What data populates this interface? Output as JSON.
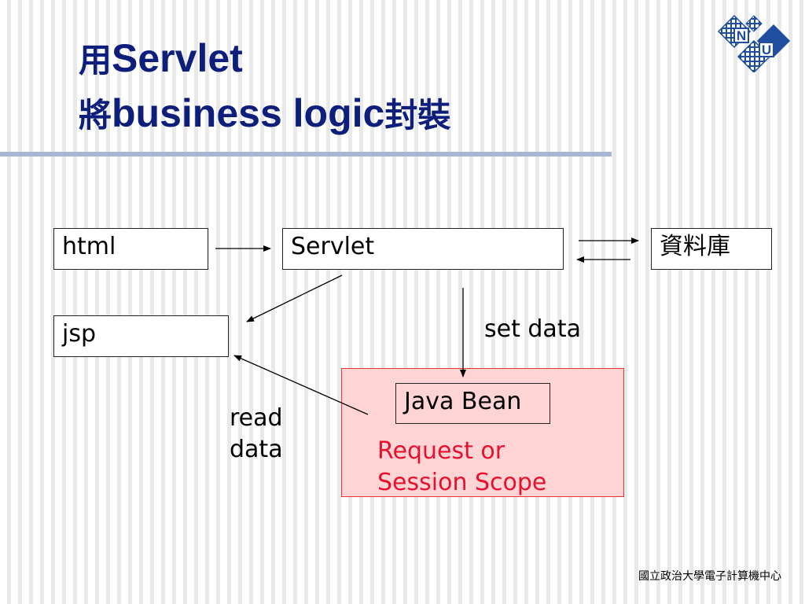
{
  "title": {
    "line1_cjk": "用",
    "line1_latin": "Servlet",
    "line2_cjk": "將",
    "line2_latin": "business logic",
    "line2_cjk_end": "封裝"
  },
  "diagram": {
    "html": "html",
    "servlet": "Servlet",
    "database": "資料庫",
    "jsp": "jsp",
    "java_bean": "Java Bean",
    "set_data": "set data",
    "read_data": "read\ndata",
    "scope": "Request or\nSession Scope"
  },
  "logo": {
    "letter_n": "N",
    "letter_u": "U"
  },
  "footer": "國立政治大學電子計算機中心",
  "colors": {
    "title": "#0d1f7a",
    "scope_fill": "#ffd4d4",
    "scope_border": "#ee3333",
    "scope_text": "#e8112d",
    "logo_blue": "#1f4e9e"
  }
}
